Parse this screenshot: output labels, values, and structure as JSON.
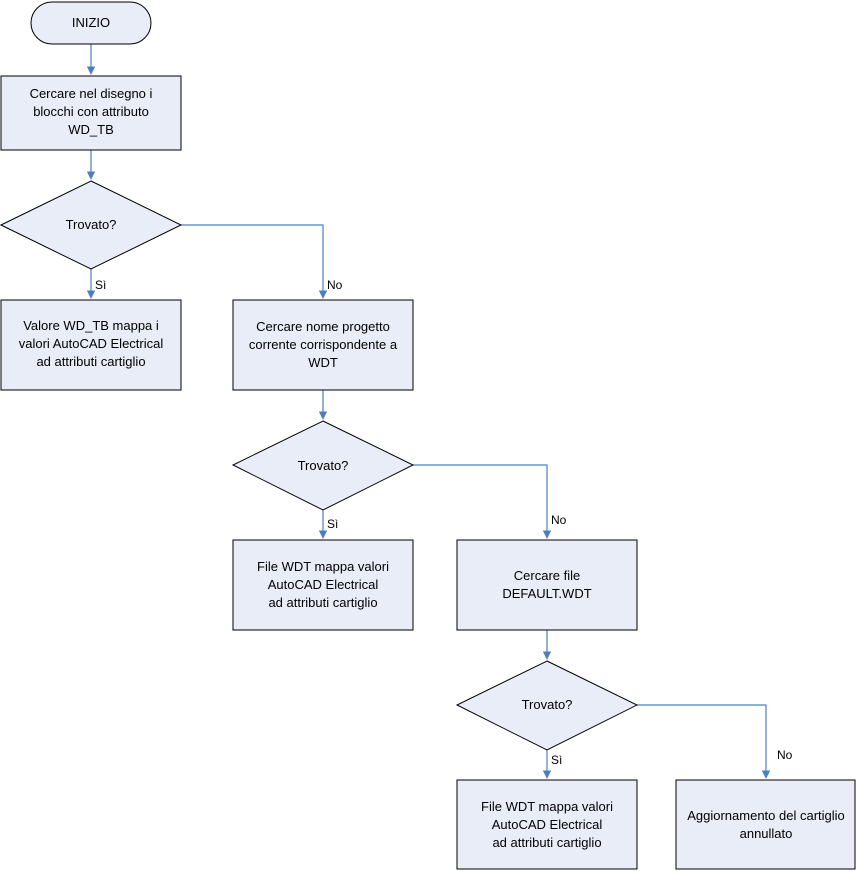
{
  "diagram": {
    "colors": {
      "fill": "#e8edf7",
      "stroke": "#000000",
      "connector": "#4f7ebf"
    },
    "nodes": {
      "start": {
        "lines": [
          "INIZIO"
        ]
      },
      "search_blocks": {
        "lines": [
          "Cercare nel disegno i",
          "blocchi con attributo",
          "WD_TB"
        ]
      },
      "decision_1": {
        "lines": [
          "Trovato?"
        ]
      },
      "wdtb_map": {
        "lines": [
          "Valore WD_TB mappa i",
          "valori AutoCAD Electrical",
          "ad attributi cartiglio"
        ]
      },
      "search_project": {
        "lines": [
          "Cercare nome progetto",
          "corrente corrispondente a",
          "WDT"
        ]
      },
      "decision_2": {
        "lines": [
          "Trovato?"
        ]
      },
      "wdt_map_1": {
        "lines": [
          "File WDT mappa valori",
          "AutoCAD Electrical",
          "ad attributi cartiglio"
        ]
      },
      "search_default": {
        "lines": [
          "Cercare file",
          "DEFAULT.WDT"
        ]
      },
      "decision_3": {
        "lines": [
          "Trovato?"
        ]
      },
      "wdt_map_2": {
        "lines": [
          "File WDT mappa valori",
          "AutoCAD Electrical",
          "ad attributi cartiglio"
        ]
      },
      "cancelled": {
        "lines": [
          "Aggiornamento del cartiglio",
          "annullato"
        ]
      }
    },
    "edge_labels": {
      "yes_1": "Sì",
      "no_1": "No",
      "yes_2": "Sì",
      "no_2": "No",
      "yes_3": "Sì",
      "no_3": "No"
    }
  }
}
